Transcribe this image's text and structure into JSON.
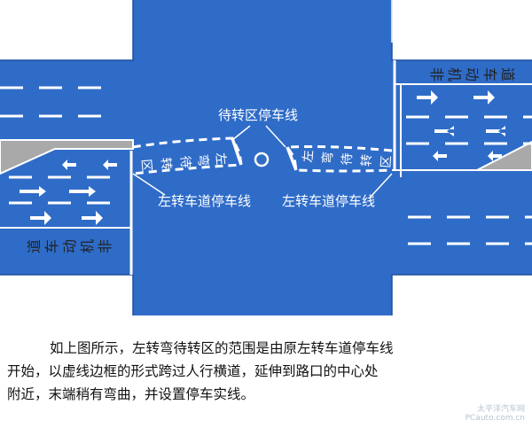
{
  "diagram": {
    "label_wait_line": "待转区停车线",
    "label_left_stop_left": "左转车道停车线",
    "label_left_stop_right": "左转车道停车线",
    "zone_text_left": [
      "左",
      "弯",
      "待",
      "转",
      "区"
    ],
    "zone_text_right": [
      "左",
      "弯",
      "待",
      "转",
      "区"
    ],
    "nonmotor_top": [
      "非",
      "机",
      "动",
      "车",
      "道"
    ],
    "nonmotor_bottom": [
      "非",
      "机",
      "动",
      "车",
      "道"
    ]
  },
  "caption": {
    "line1": "如上图所示，左转弯待转区的范围是由原左转车道停车线",
    "line2": "开始，以虚线边框的形式跨过人行横道，延伸到路口的中心处",
    "line3": "附近，末端稍有弯曲，并设置停车实线。"
  },
  "watermark": {
    "line1": "太平洋汽车网",
    "line2": "PCauto.com.cn"
  },
  "colors": {
    "road": "#2f6cc8",
    "curb": "#a9a9a9",
    "line": "#ffffff"
  }
}
